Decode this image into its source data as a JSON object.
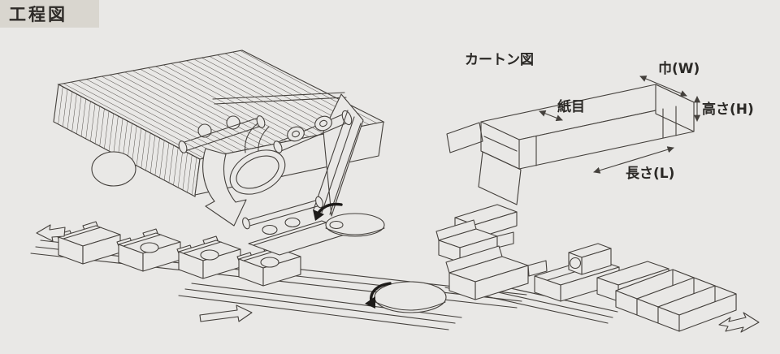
{
  "page": {
    "title": "工程図"
  },
  "carton_diagram": {
    "title": "カートン図",
    "dimension_labels": {
      "width": "巾(W)",
      "height": "高さ(H)",
      "length": "長さ(L)",
      "grain": "紙目"
    }
  },
  "colors": {
    "background": "#e9e8e6",
    "title_box_background": "#d9d6cf",
    "line": "#44403c",
    "solid_arrow": "#1d1b19"
  }
}
